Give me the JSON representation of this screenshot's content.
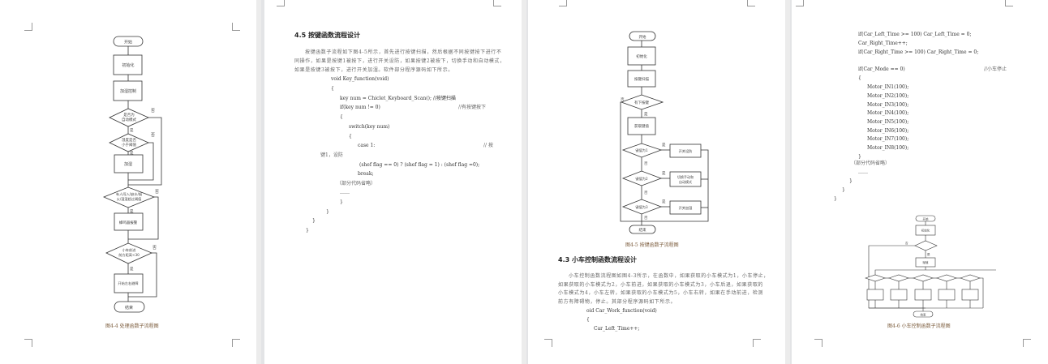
{
  "page1": {
    "flow": {
      "start": "开始",
      "init": "初始化",
      "humid_ctrl": "加湿控制",
      "auto_q1": "是否为",
      "auto_q2": "自动模式",
      "hum_q1": "湿度是否",
      "hum_q2": "小于阈值",
      "humidify": "加湿",
      "alarm_q1": "有人闯入/缺水/烟",
      "alarm_q2": "火/温湿超过阈值",
      "buzzer": "蜂鸣器报警",
      "car_q1": "小车前进",
      "car_q2": "前方距离<30",
      "avoid": "开始左右避障",
      "end": "结束",
      "yes": "是",
      "no": "否"
    },
    "caption": "图4-4   处理函数子流程图"
  },
  "page2": {
    "heading": "4.5  按键函数流程设计",
    "para": [
      "按键函数子流程如下图4-5所示，首先进行按键扫描，然后根据不同按键按下进行不",
      "同操作，如果是按键1被按下，进行开关设防，如果按键2被按下，切换手动和自动模式，",
      "如果是按键3被按下，进行开关加湿。软件部分程序源码如下所示。"
    ],
    "code": {
      "sig": "void Key_function(void)",
      "open": "{",
      "scan": "key num = Chiclet_Keyboard_Scan(); //按键扫描",
      "if": "if(key num != 0)",
      "if_comment": "//有按键按下",
      "switch": "switch(key num)",
      "case1": "case 1:",
      "case1_comment": "//  按",
      "case1_comment_wrap": "键1，设防",
      "toggle": "(shef flag == 0) ? (shef flag = 1) : (shef flag =0);",
      "break": "break;",
      "omitted": "（部分代码省略）",
      "ellipsis": "……",
      "close": "}"
    }
  },
  "page3": {
    "flow": {
      "start": "开始",
      "init": "初始化",
      "scan": "按键扫描",
      "pressed_q": "有下按键",
      "get": "获取键值",
      "k1": "键值为1",
      "k2": "键值为2",
      "k3": "键值为3",
      "a1": "开关设防",
      "a2_1": "切换手动和",
      "a2_2": "自动模式",
      "a3": "开关加湿",
      "end": "结束",
      "yes": "是",
      "no": "否"
    },
    "caption": "图4-5   按键函数子流程图",
    "heading": "4.3  小车控制函数流程设计",
    "para": [
      "小车控制函数流程图如图4-3所示，在函数中，如果获取的小车模式为1，小车停止，",
      "如果获取的小车模式为2，小车前进，如果获取的小车模式为3，小车后退，如果获取的",
      "小车模式为4，小车左转，如果获取的小车模式为5，小车右转，如果在手动前进，检测",
      "前方有障碍物，停止。其部分程序源码如下所示。"
    ],
    "code": {
      "sig": "oid Car_Work_function(void)",
      "open": "{",
      "line1": "Car_Left_Time++;"
    }
  },
  "page4": {
    "code": {
      "l1": "if(Car_Left_Time >= 100) Car_Left_Time = 0;",
      "l2": "Car_Right_Time++;",
      "l3": "if(Car_Right_Time >= 100) Car_Right_Time = 0;",
      "if_mode": "if(Car_Mode == 0)",
      "if_comment": "//小车停止",
      "open": "{",
      "motors": [
        "Motor_IN1(100);",
        "Motor_IN2(100);",
        "Motor_IN3(100);",
        "Motor_IN4(100);",
        "Motor_IN5(100);",
        "Motor_IN6(100);",
        "Motor_IN7(100);",
        "Motor_IN8(100);"
      ],
      "close": "}",
      "omitted": "（部分代码省略）",
      "ellipsis": "……"
    },
    "flow": {
      "start": "开始",
      "init": "初始化",
      "assign": "赋值",
      "end": "结束",
      "yes": "是",
      "no": "否"
    },
    "caption": "图4-6   小车控制函数子流程图"
  }
}
